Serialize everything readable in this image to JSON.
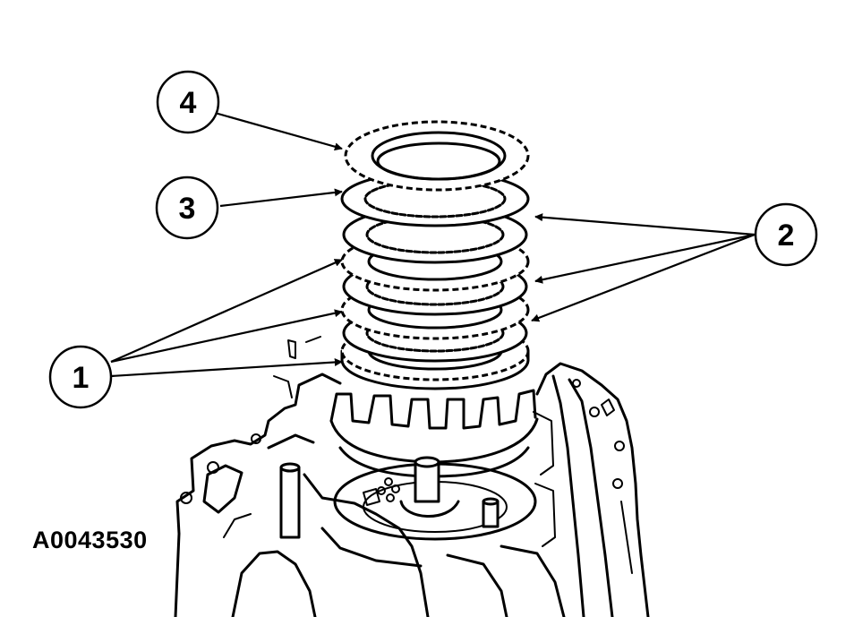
{
  "figure_id": "A0043530",
  "callouts": [
    {
      "number": "1"
    },
    {
      "number": "2"
    },
    {
      "number": "3"
    },
    {
      "number": "4"
    }
  ],
  "colors": {
    "ink": "#000000",
    "paper": "#ffffff"
  }
}
